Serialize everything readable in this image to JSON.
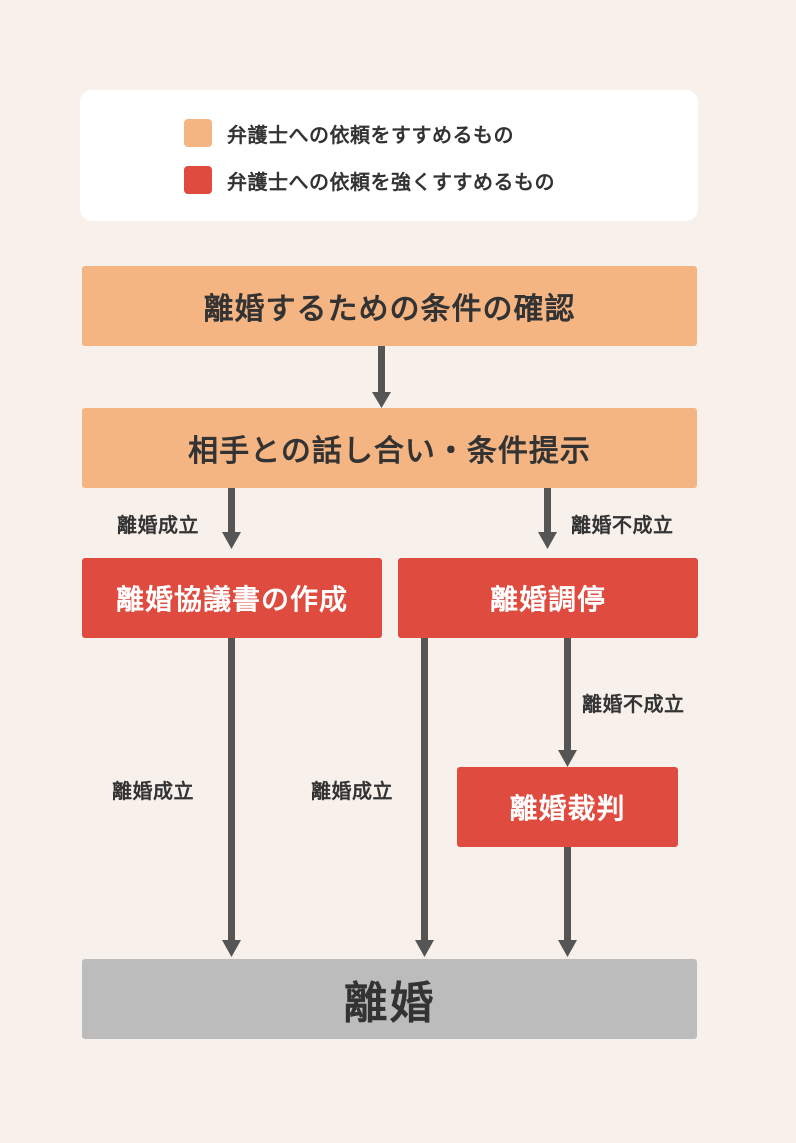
{
  "colors": {
    "recommend": "#f5b583",
    "strongly_recommend": "#df4c3f",
    "final": "#bcbcbc",
    "arrow": "#555555"
  },
  "legend": {
    "items": [
      {
        "label": "弁護士への依頼をすすめるもの",
        "color": "#f5b583"
      },
      {
        "label": "弁護士への依頼を強くすすめるもの",
        "color": "#df4c3f"
      }
    ]
  },
  "steps": {
    "confirm_conditions": "離婚するための条件の確認",
    "discussion": "相手との話し合い・条件提示",
    "agreement_document": "離婚協議書の作成",
    "mediation": "離婚調停",
    "trial": "離婚裁判",
    "divorce": "離婚"
  },
  "edge_labels": {
    "discussion_success": "離婚成立",
    "discussion_failure": "離婚不成立",
    "mediation_failure": "離婚不成立",
    "agreement_success": "離婚成立",
    "mediation_success": "離婚成立"
  }
}
